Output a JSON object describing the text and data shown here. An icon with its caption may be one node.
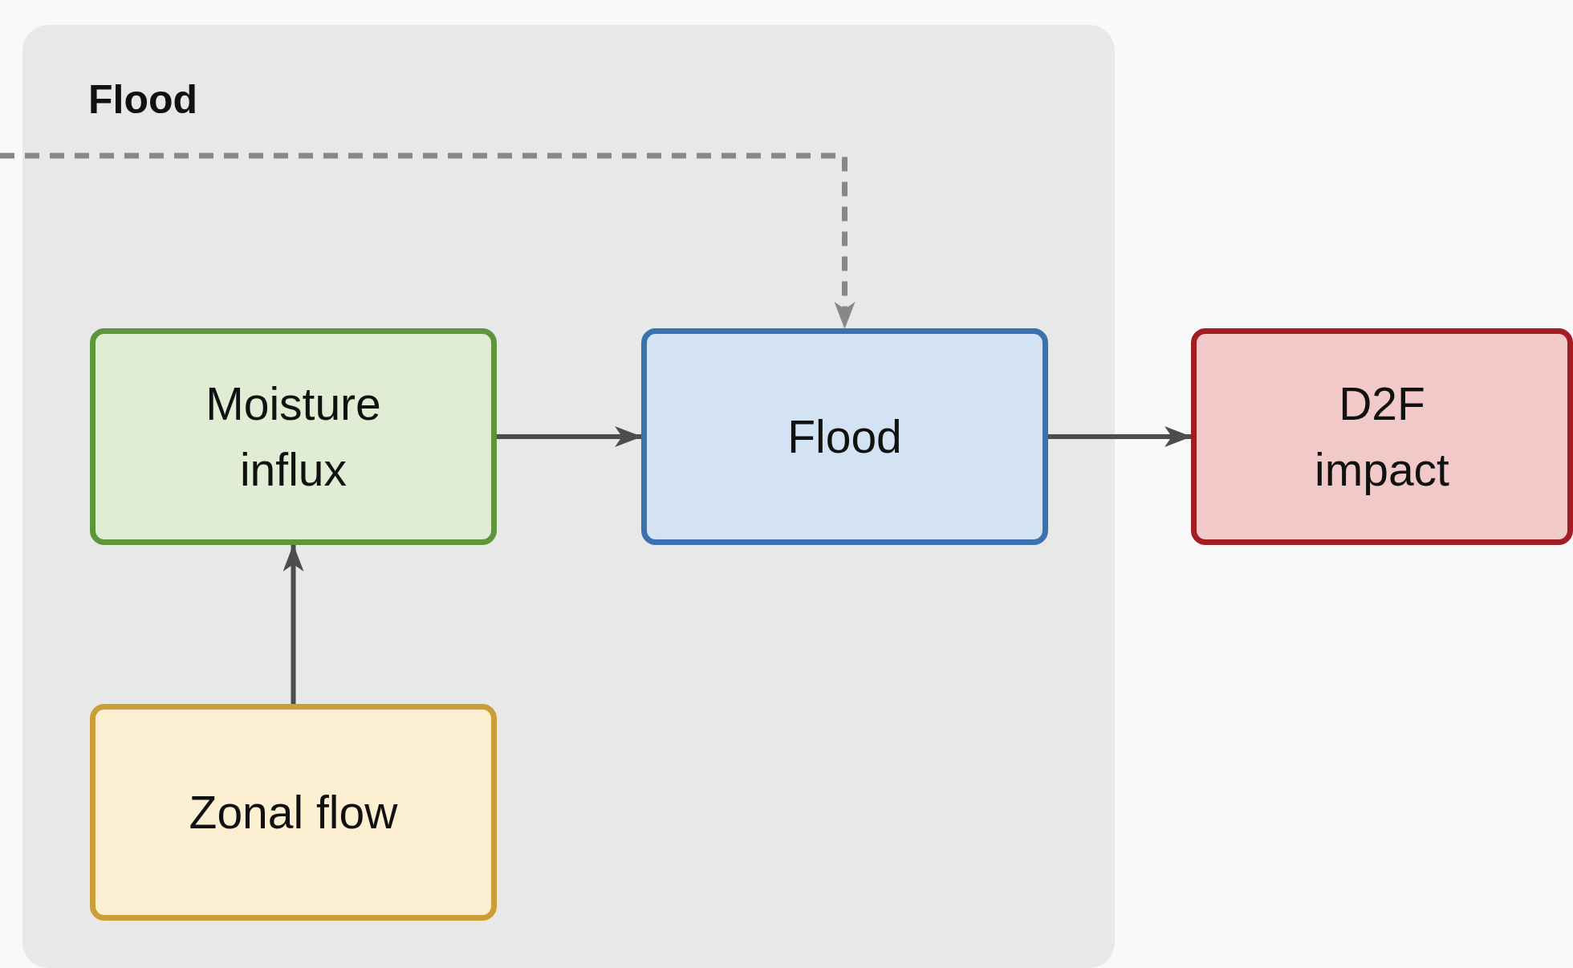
{
  "diagram": {
    "nodes": [
      {
        "text": [
          "Flood"
        ]
      },
      {
        "text": [
          "Moisture influx"
        ],
        "in": 0
      },
      {
        "text": [
          "Flood"
        ],
        "in": 0
      },
      {
        "text": [
          "D2F",
          "impact"
        ]
      },
      {
        "text": [
          "Zonal flow"
        ],
        "in": 0
      }
    ],
    "edges": [
      {
        "from": null,
        "to": 2,
        "arrow": "to",
        "style": "dashed",
        "color": "#888888"
      },
      {
        "from": 1,
        "to": 2,
        "arrow": "to"
      },
      {
        "from": 2,
        "to": 3,
        "arrow": "to"
      },
      {
        "from": 4,
        "to": 1,
        "arrow": "to"
      }
    ]
  }
}
